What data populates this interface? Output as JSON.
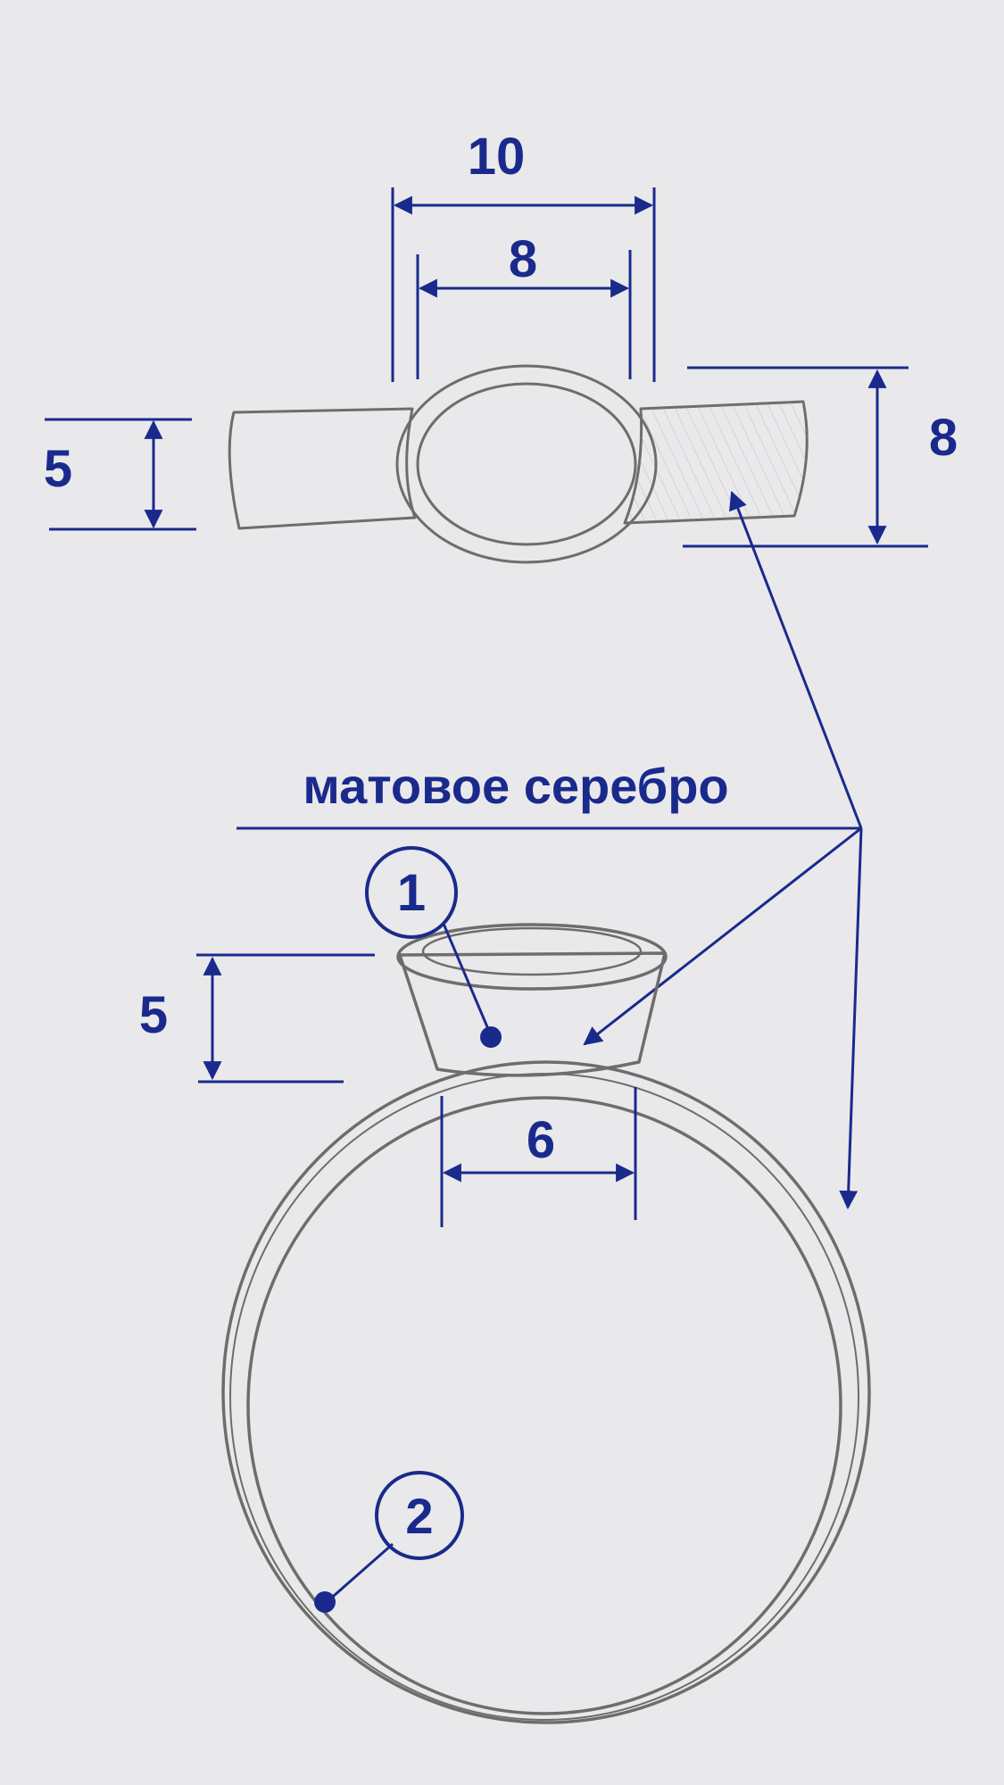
{
  "top_view": {
    "overall_width": "10",
    "stone_width": "8",
    "band_height": "5",
    "setting_height": "8"
  },
  "side_view": {
    "bezel_height": "5",
    "bezel_base_width": "6"
  },
  "material_label": "матовое серебро",
  "callouts": [
    "1",
    "2"
  ],
  "colors": {
    "ink": "#1a2a8c",
    "pencil": "#6d6d6d",
    "paper": "#e9e9eb"
  }
}
